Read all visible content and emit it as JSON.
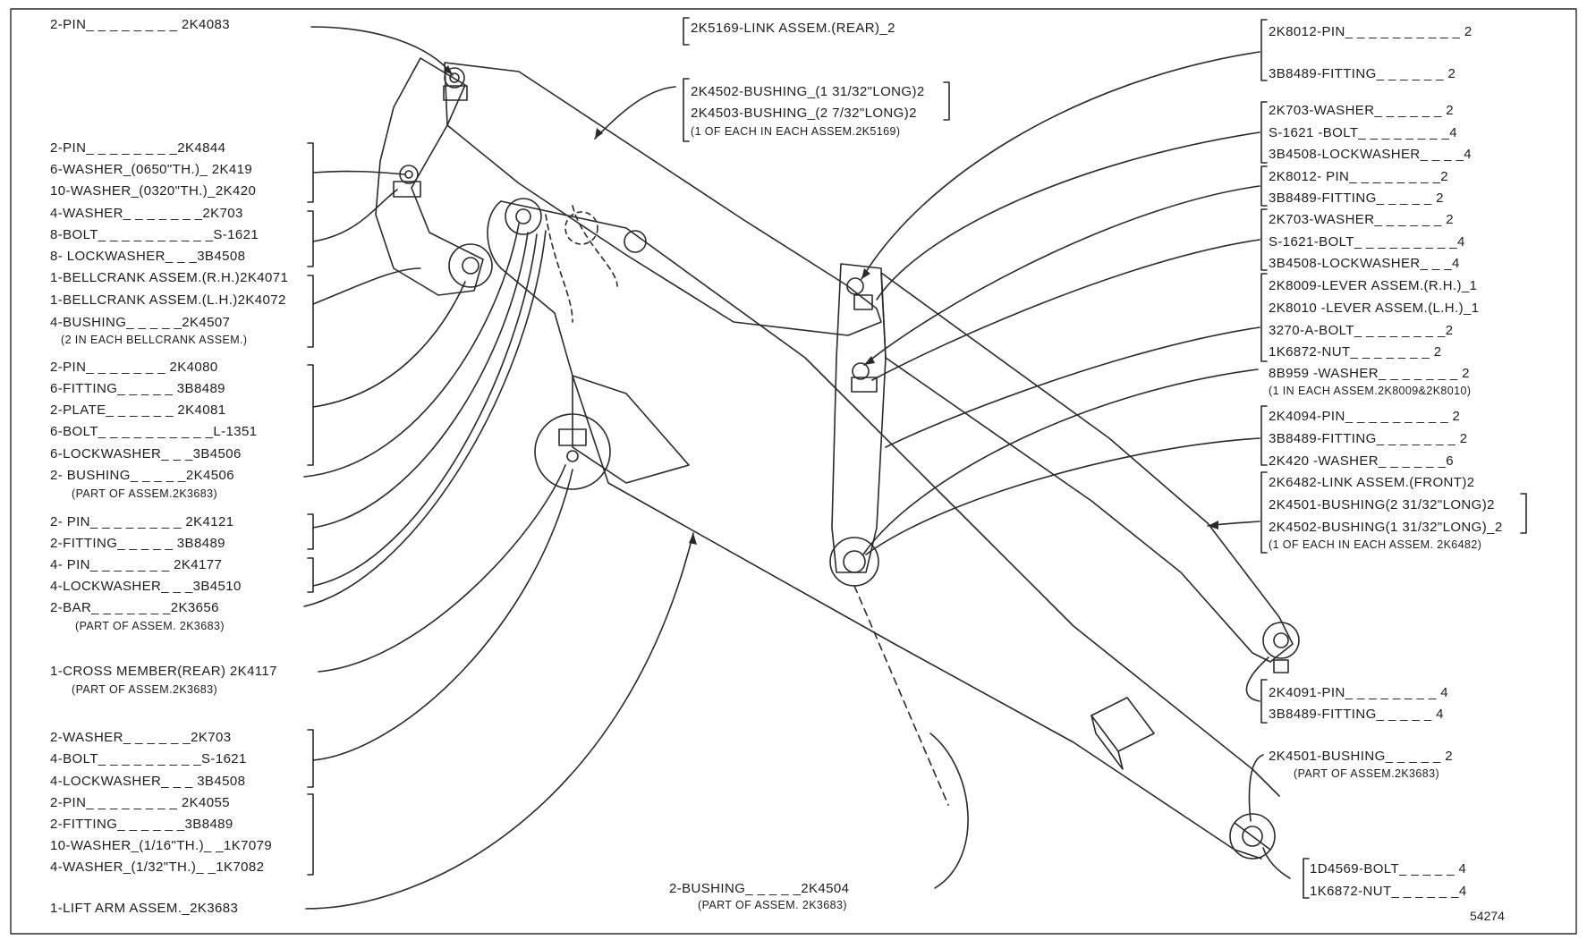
{
  "left_labels": [
    {
      "id": "l1",
      "text": "2-PIN_ _ _ _ _ _ _ _ 2K4083"
    },
    {
      "id": "l2",
      "text": "2-PIN_ _ _ _ _ _ _ _2K4844"
    },
    {
      "id": "l3",
      "text": "6-WASHER_(0650\"TH.)_ 2K419"
    },
    {
      "id": "l4",
      "text": "10-WASHER_(0320\"TH.)_2K420"
    },
    {
      "id": "l5",
      "text": "4-WASHER_ _ _ _ _ _ _2K703"
    },
    {
      "id": "l6",
      "text": "8-BOLT_ _ _ _ _ _ _ _ _ _S-1621"
    },
    {
      "id": "l7",
      "text": "8- LOCKWASHER_ _ _3B4508"
    },
    {
      "id": "l8",
      "text": "1-BELLCRANK ASSEM.(R.H.)2K4071"
    },
    {
      "id": "l9",
      "text": "1-BELLCRANK ASSEM.(L.H.)2K4072"
    },
    {
      "id": "l10",
      "text": "4-BUSHING_ _ _ _ _2K4507"
    },
    {
      "id": "l11",
      "text": "(2 IN EACH BELLCRANK ASSEM.)"
    },
    {
      "id": "l12",
      "text": "2-PIN_ _ _ _ _ _ _ 2K4080"
    },
    {
      "id": "l13",
      "text": "6-FITTING_ _ _ _ _ 3B8489"
    },
    {
      "id": "l14",
      "text": "2-PLATE_ _ _ _ _ _ 2K4081"
    },
    {
      "id": "l15",
      "text": "6-BOLT_ _ _ _ _ _ _ _ _ _L-1351"
    },
    {
      "id": "l16",
      "text": "6-LOCKWASHER_ _ _3B4506"
    },
    {
      "id": "l17",
      "text": "2- BUSHING_ _ _ _ _2K4506"
    },
    {
      "id": "l18",
      "text": "(PART OF ASSEM.2K3683)"
    },
    {
      "id": "l19",
      "text": "2- PIN_ _ _ _ _ _ _ _ 2K4121"
    },
    {
      "id": "l20",
      "text": "2-FITTING_ _ _ _ _ 3B8489"
    },
    {
      "id": "l21",
      "text": "4- PIN_ _ _ _ _ _ _ 2K4177"
    },
    {
      "id": "l22",
      "text": "4-LOCKWASHER_ _ _3B4510"
    },
    {
      "id": "l23",
      "text": "2-BAR_ _ _ _ _ _ _2K3656"
    },
    {
      "id": "l24",
      "text": "(PART OF ASSEM. 2K3683)"
    },
    {
      "id": "l25",
      "text": "1-CROSS MEMBER(REAR) 2K4117"
    },
    {
      "id": "l26",
      "text": "(PART OF ASSEM.2K3683)"
    },
    {
      "id": "l27",
      "text": "2-WASHER_ _ _ _ _ _2K703"
    },
    {
      "id": "l28",
      "text": "4-BOLT_ _ _ _ _ _ _ _ _S-1621"
    },
    {
      "id": "l29",
      "text": "4-LOCKWASHER_ _ _ 3B4508"
    },
    {
      "id": "l30",
      "text": "2-PIN_ _ _ _ _ _ _ _ 2K4055"
    },
    {
      "id": "l31",
      "text": "2-FITTING_ _ _ _ _ _3B8489"
    },
    {
      "id": "l32",
      "text": "10-WASHER_(1/16\"TH.)_ _1K7079"
    },
    {
      "id": "l33",
      "text": "4-WASHER_(1/32\"TH.)_ _1K7082"
    },
    {
      "id": "l34",
      "text": "1-LIFT ARM ASSEM._2K3683"
    }
  ],
  "center_labels": [
    {
      "id": "c1",
      "text": "2K5169-LINK ASSEM.(REAR)_2"
    },
    {
      "id": "c2",
      "text": "2K4502-BUSHING_(1 31/32\"LONG)2"
    },
    {
      "id": "c3",
      "text": "2K4503-BUSHING_(2 7/32\"LONG)2"
    },
    {
      "id": "c4",
      "text": "(1 OF EACH IN EACH ASSEM.2K5169)"
    },
    {
      "id": "c5",
      "text": "2-BUSHING_ _ _ _ _2K4504"
    },
    {
      "id": "c6",
      "text": "(PART OF ASSEM. 2K3683)"
    }
  ],
  "right_labels": [
    {
      "id": "r1",
      "text": "2K8012-PIN_ _ _ _ _ _ _ _ _ _ 2"
    },
    {
      "id": "r2",
      "text": "3B8489-FITTING_ _ _ _ _ _ 2"
    },
    {
      "id": "r3",
      "text": "2K703-WASHER_ _ _ _ _ _ 2"
    },
    {
      "id": "r4",
      "text": "S-1621 -BOLT_ _ _ _ _ _ _ _4"
    },
    {
      "id": "r5",
      "text": "3B4508-LOCKWASHER_ _ _ _4"
    },
    {
      "id": "r6",
      "text": "2K8012- PIN_ _ _ _ _ _ _ _2"
    },
    {
      "id": "r7",
      "text": "3B8489-FITTING_ _ _ _ _ 2"
    },
    {
      "id": "r8",
      "text": "2K703-WASHER_ _ _ _ _ _ 2"
    },
    {
      "id": "r9",
      "text": "S-1621-BOLT_ _ _ _ _ _ _ _ _4"
    },
    {
      "id": "r10",
      "text": "3B4508-LOCKWASHER_ _ _4"
    },
    {
      "id": "r11",
      "text": "2K8009-LEVER ASSEM.(R.H.)_1"
    },
    {
      "id": "r12",
      "text": "2K8010 -LEVER ASSEM.(L.H.)_1"
    },
    {
      "id": "r13",
      "text": "3270-A-BOLT_ _ _ _ _ _ _ _2"
    },
    {
      "id": "r14",
      "text": "1K6872-NUT_ _ _ _ _ _ _ 2"
    },
    {
      "id": "r15",
      "text": "8B959 -WASHER_ _ _ _ _ _ _ 2"
    },
    {
      "id": "r16",
      "text": "(1 IN EACH ASSEM.2K8009&2K8010)"
    },
    {
      "id": "r17",
      "text": "2K4094-PIN_ _ _ _ _ _ _ _ _ 2"
    },
    {
      "id": "r18",
      "text": "3B8489-FITTING_ _ _ _ _ _ _ 2"
    },
    {
      "id": "r19",
      "text": "2K420 -WASHER_ _ _ _ _ _6"
    },
    {
      "id": "r20",
      "text": "2K6482-LINK ASSEM.(FRONT)2"
    },
    {
      "id": "r21",
      "text": "2K4501-BUSHING(2 31/32\"LONG)2"
    },
    {
      "id": "r22",
      "text": "2K4502-BUSHING(1 31/32\"LONG)_2"
    },
    {
      "id": "r23",
      "text": "(1 OF EACH IN EACH ASSEM. 2K6482)"
    },
    {
      "id": "r24",
      "text": "2K4091-PIN_ _ _ _ _ _ _ _ 4"
    },
    {
      "id": "r25",
      "text": "3B8489-FITTING_ _ _ _ _ 4"
    },
    {
      "id": "r26",
      "text": "2K4501-BUSHING_ _ _ _ _ 2"
    },
    {
      "id": "r27",
      "text": "(PART OF ASSEM.2K3683)"
    },
    {
      "id": "r28",
      "text": "1D4569-BOLT_ _ _ _ _ 4"
    },
    {
      "id": "r29",
      "text": "1K6872-NUT_ _ _ _ _ _4"
    }
  ],
  "figure_number": "54274",
  "line_color": "#2a2a2a"
}
